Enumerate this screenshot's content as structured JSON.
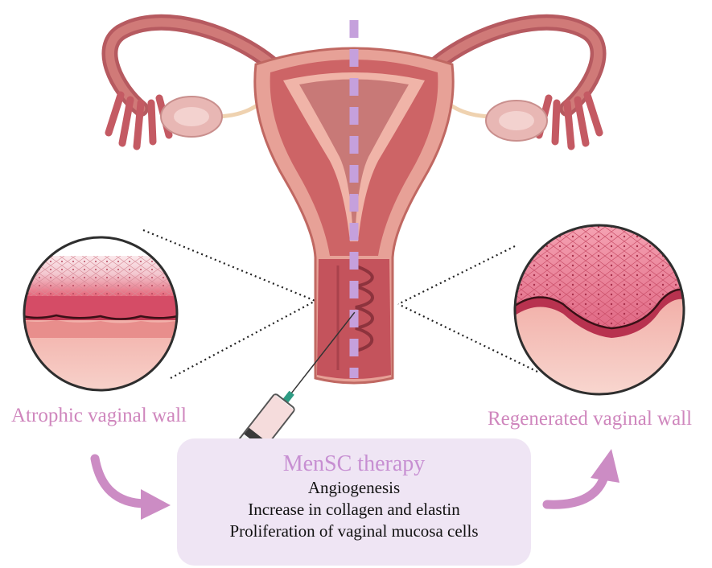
{
  "labels": {
    "left": "Atrophic vaginal wall",
    "right": "Regenerated vaginal wall"
  },
  "therapy": {
    "title": "MenSC therapy",
    "effects": [
      "Angiogenesis",
      "Increase in collagen and elastin",
      "Proliferation of vaginal mucosa cells"
    ]
  },
  "colors": {
    "label_pink": "#cf86bd",
    "box_bg": "#efe5f4",
    "title_purple": "#c78fd2",
    "tissue_dark": "#c45266",
    "tissue_light": "#f2b3a8",
    "arrow": "#cc8cc4",
    "dashed_line": "#c5a0dc"
  },
  "icons": {
    "organ": "uterus-illustration",
    "left_inset": "atrophic-tissue-icon",
    "right_inset": "regenerated-tissue-icon",
    "injector": "syringe-icon"
  }
}
